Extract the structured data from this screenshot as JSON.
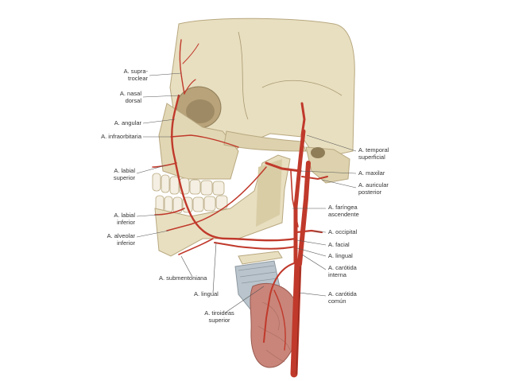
{
  "labels": {
    "supratroclear": "A. supra-\ntroclear",
    "nasal_dorsal": "A. nasal\ndorsal",
    "angular": "A. angular",
    "infraorbitaria": "A. infraorbitaria",
    "labial_superior": "A. labial\nsuperior",
    "labial_inferior": "A. labial\ninferior",
    "alveolar_inferior": "A. alveolar\ninferior",
    "submentoniana": "A. submentoniana",
    "lingual_bottom": "A. lingual",
    "tiroideas_superior": "A. tiroideas\nsuperior",
    "temporal_superficial": "A. temporal\nsuperficial",
    "maxilar": "A. maxilar",
    "auricular_posterior": "A. auricular\nposterior",
    "faringea_ascendente": "A. faríngea\nascendente",
    "occipital": "A. occipital",
    "facial": "A. facial",
    "lingual_right": "A. lingual",
    "carotida_interna": "A. carótida\ninterna",
    "carotida_comun": "A. carótida\ncomún"
  },
  "colors": {
    "bone": "#e8dfc0",
    "bone_shade": "#cdbf98",
    "artery": "#c0392b",
    "artery_dark": "#8e2a1e",
    "gland": "#c9857a",
    "cartilage": "#b9c4cc",
    "leader": "#555555"
  }
}
